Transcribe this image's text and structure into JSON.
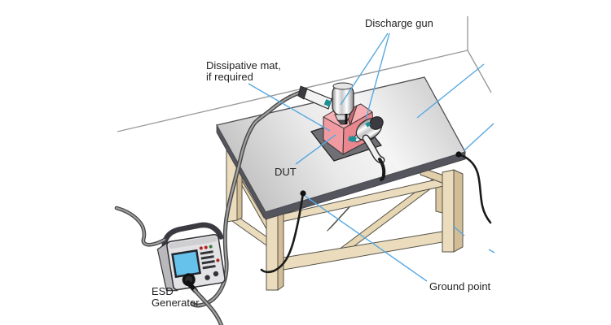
{
  "diagram": {
    "type": "technical-illustration",
    "subject": "ESD test bench setup",
    "labels": {
      "discharge_gun": "Discharge gun",
      "dissipative_mat_line1": "Dissipative mat,",
      "dissipative_mat_line2": "if required",
      "dut": "DUT",
      "ground_point": "Ground point",
      "esd_generator_line1": "ESD",
      "esd_generator_line2": "Generator"
    },
    "colors": {
      "leader_line": "#58a8e0",
      "wall_line": "#9c9c9c",
      "tabletop_light": "#f4f4f4",
      "tabletop_dark": "#bdbdbd",
      "tabletop_edge": "#54555d",
      "wood_front": "#eadcbc",
      "wood_side": "#d2bd97",
      "mat": "#6f6f75",
      "dut_top": "#f7afb4",
      "dut_left": "#f29aa1",
      "dut_right": "#e9868e",
      "dut_notch": "#c96a73",
      "gun_body": "#ffffff",
      "gun_dark": "#3a3a40",
      "teal_marker": "#1e8e96",
      "generator_body": "#e3e3e5",
      "generator_screen": "#66c2ea",
      "cable_gray": "#969696",
      "cable_black": "#1a1a1a",
      "label_text": "#1f1f1f"
    },
    "ground_points_count": 2,
    "leader_lines": [
      {
        "label": "discharge-gun",
        "points_to": "vertical-discharge-gun"
      },
      {
        "label": "discharge-gun",
        "points_to": "angled-discharge-gun"
      },
      {
        "label": "dissipative-mat",
        "points_to": "mat"
      },
      {
        "label": "dut",
        "points_to": "dut-box"
      },
      {
        "label": "ground-point",
        "points_to": "ground-dot-on-table"
      },
      {
        "label": "cropped-right-top",
        "points_to": "tabletop"
      },
      {
        "label": "cropped-right-mid",
        "points_to": "ground-dot-right-corner"
      },
      {
        "label": "cropped-right-leg",
        "points_to": "table-right-leg"
      },
      {
        "label": "cropped-right-dash",
        "points_to": "off-image"
      }
    ],
    "components": [
      "wall-corner-lines",
      "wooden-table",
      "dissipative-mat",
      "dut-box",
      "vertical-discharge-gun",
      "angled-discharge-gun",
      "esd-generator",
      "gun-cable",
      "ground-cable-left",
      "ground-cable-right",
      "generator-input-cable",
      "generator-output-cable"
    ]
  }
}
